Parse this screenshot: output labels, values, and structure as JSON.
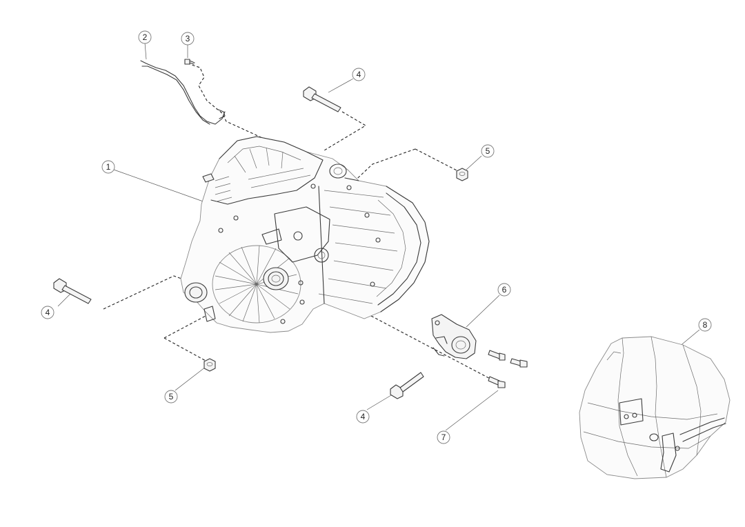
{
  "diagram": {
    "kind": "exploded parts view",
    "callouts": [
      {
        "id": "c1",
        "label": "1"
      },
      {
        "id": "c2",
        "label": "2"
      },
      {
        "id": "c3",
        "label": "3"
      },
      {
        "id": "c4a",
        "label": "4"
      },
      {
        "id": "c4b",
        "label": "4"
      },
      {
        "id": "c4c",
        "label": "4"
      },
      {
        "id": "c5a",
        "label": "5"
      },
      {
        "id": "c5b",
        "label": "5"
      },
      {
        "id": "c6",
        "label": "6"
      },
      {
        "id": "c7",
        "label": "7"
      },
      {
        "id": "c8",
        "label": "8"
      }
    ],
    "parts": [
      {
        "id": "p1",
        "icon": "transmission-housing-icon"
      },
      {
        "id": "p2",
        "icon": "wire-harness-icon"
      },
      {
        "id": "p3",
        "icon": "small-screw-icon"
      },
      {
        "id": "p4",
        "icon": "bolt-icon"
      },
      {
        "id": "p5",
        "icon": "nut-icon"
      },
      {
        "id": "p6",
        "icon": "mount-bracket-icon"
      },
      {
        "id": "p7",
        "icon": "flange-bolt-icon"
      },
      {
        "id": "p8",
        "icon": "cover-icon"
      }
    ]
  }
}
